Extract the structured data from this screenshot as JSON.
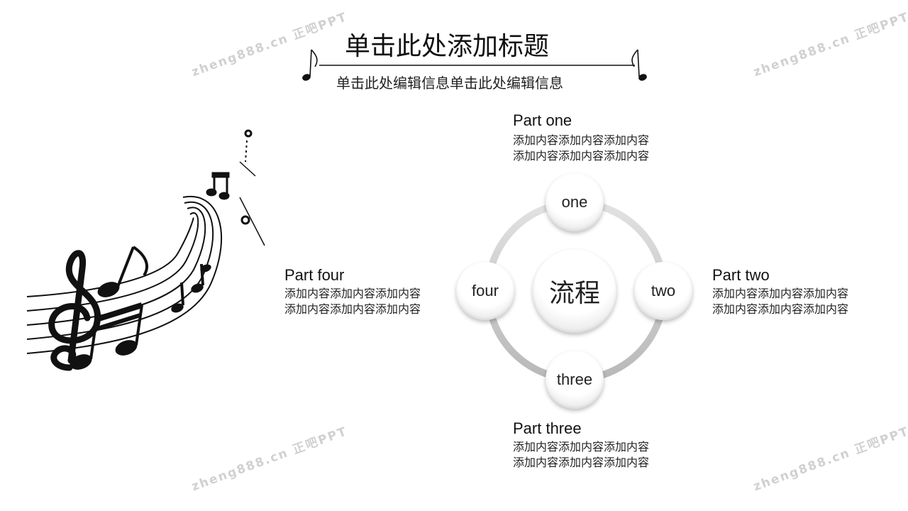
{
  "slide": {
    "title": "单击此处添加标题",
    "subtitle": "单击此处编辑信息单击此处编辑信息"
  },
  "watermarks": [
    "zheng888.cn 正吧PPT",
    "zheng888.cn 正吧PPT",
    "zheng888.cn 正吧PPT",
    "zheng888.cn 正吧PPT"
  ],
  "diagram": {
    "center_label": "流程",
    "nodes": {
      "one": "one",
      "two": "two",
      "three": "three",
      "four": "four"
    }
  },
  "parts": {
    "one": {
      "title": "Part one",
      "line1": "添加内容添加内容添加内容",
      "line2": "添加内容添加内容添加内容"
    },
    "two": {
      "title": "Part two",
      "line1": "添加内容添加内容添加内容",
      "line2": "添加内容添加内容添加内容"
    },
    "three": {
      "title": "Part three",
      "line1": "添加内容添加内容添加内容",
      "line2": "添加内容添加内容添加内容"
    },
    "four": {
      "title": "Part four",
      "line1": "添加内容添加内容添加内容",
      "line2": "添加内容添加内容添加内容"
    }
  },
  "decor": {
    "music_notes_icon": "music-notes-icon",
    "note_icon": "eighth-note-icon"
  }
}
